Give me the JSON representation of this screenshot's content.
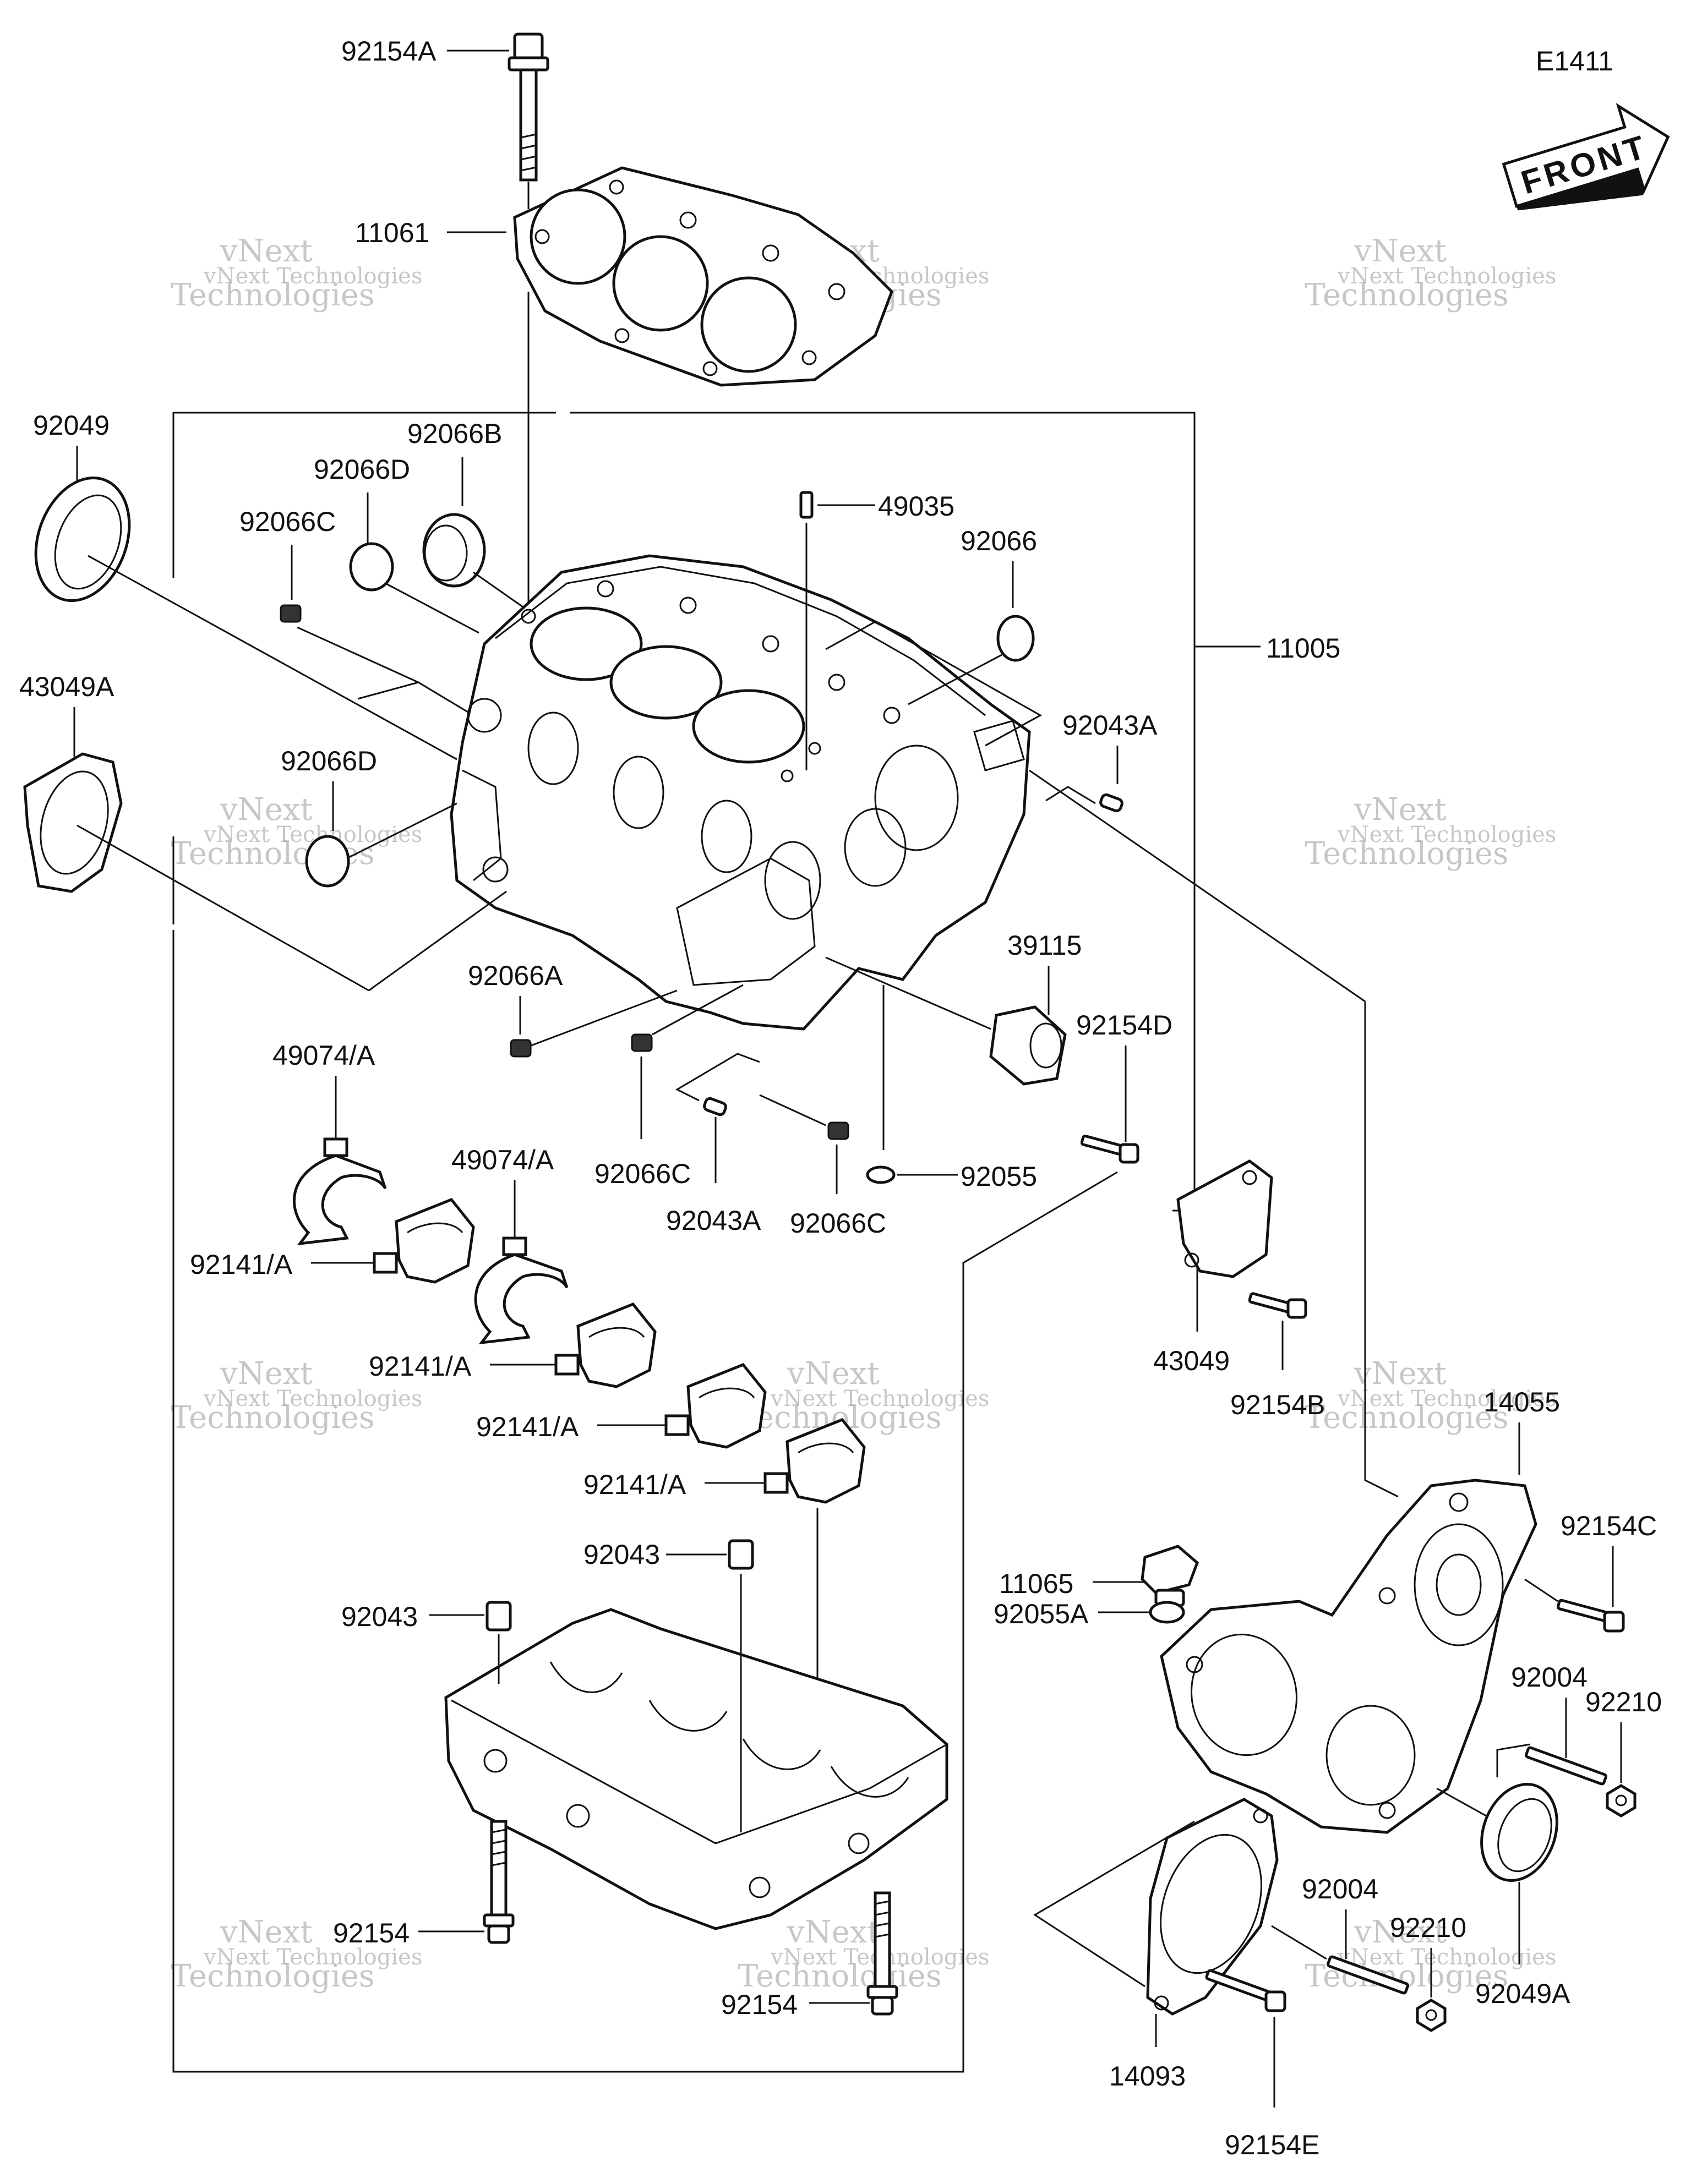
{
  "diagram_code": "E1411",
  "front_label": "FRONT",
  "watermark": {
    "line1": "vNext Technologies",
    "line2": "vNext",
    "line3": "Technologies"
  },
  "labels": {
    "p92154A": "92154A",
    "p11061": "11061",
    "p92049": "92049",
    "p92066B": "92066B",
    "p92066D_top": "92066D",
    "p92066C_top": "92066C",
    "p49035": "49035",
    "p92066": "92066",
    "p11005": "11005",
    "p43049A": "43049A",
    "p92066D": "92066D",
    "p92043A_right": "92043A",
    "p39115": "39115",
    "p92154D": "92154D",
    "p92066A": "92066A",
    "p49074A_1": "49074/A",
    "p49074A_2": "49074/A",
    "p92066C_mid": "92066C",
    "p92043A_mid": "92043A",
    "p92055": "92055",
    "p92066C_low": "92066C",
    "p92141A_1": "92141/A",
    "p92141A_2": "92141/A",
    "p92141A_3": "92141/A",
    "p92141A_4": "92141/A",
    "p43049": "43049",
    "p92154B": "92154B",
    "p14055": "14055",
    "p92154C": "92154C",
    "p92043_1": "92043",
    "p92043_2": "92043",
    "p11065": "11065",
    "p92055A": "92055A",
    "p92004_1": "92004",
    "p92210_1": "92210",
    "p92004_2": "92004",
    "p92210_2": "92210",
    "p92049A": "92049A",
    "p92154_1": "92154",
    "p92154_2": "92154",
    "p14093": "14093",
    "p92154E": "92154E"
  }
}
